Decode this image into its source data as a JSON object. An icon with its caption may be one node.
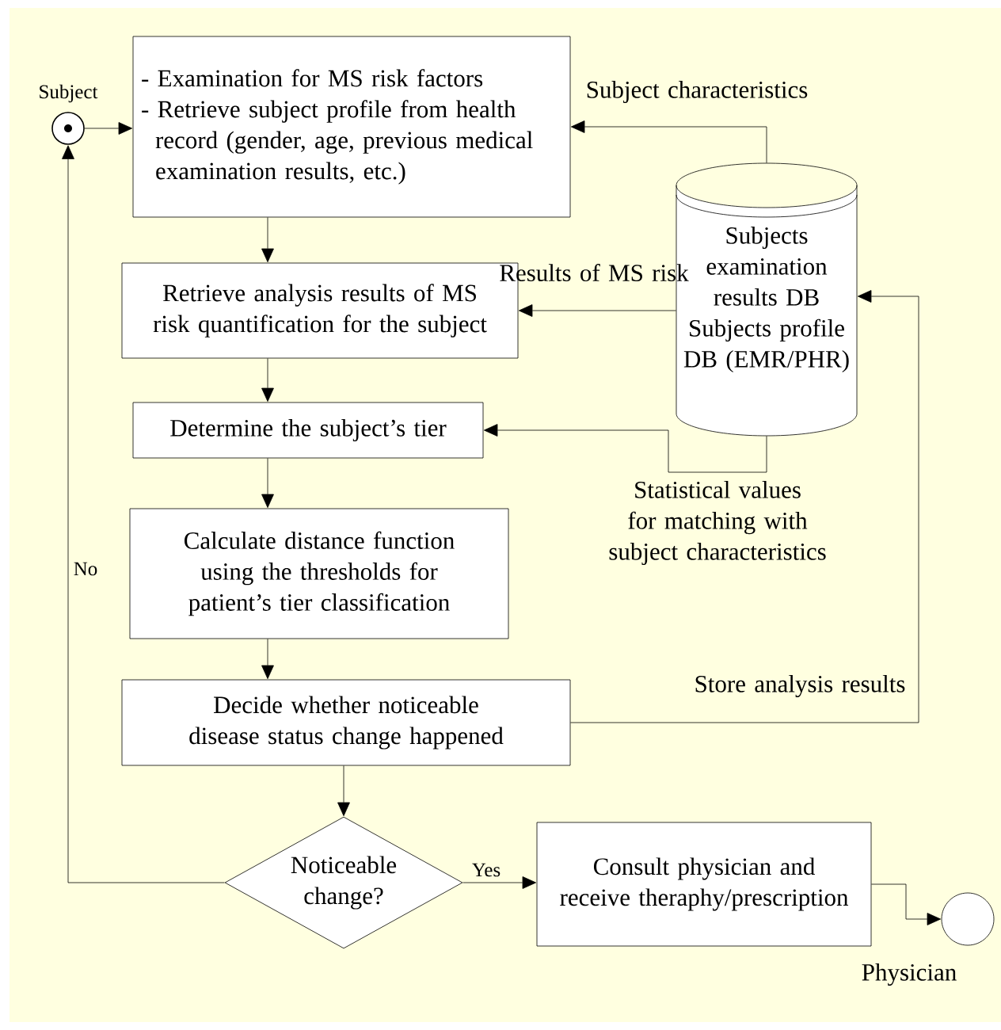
{
  "diagram": {
    "nodes": [
      {
        "text": [
          "Subject"
        ]
      },
      {
        "text": [
          "- Examination for MS risk factors",
          "- Retrieve subject profile from health record (gender, age, previous medical examination results, etc.)"
        ]
      },
      {
        "text": [
          "Subjects examination results DB",
          "Subjects profile DB (EMR/PHR)"
        ]
      },
      {
        "text": [
          "Retrieve analysis results of MS risk quantification for the subject"
        ]
      },
      {
        "text": [
          "Determine the subject’s tier"
        ]
      },
      {
        "text": [
          "Calculate distance function using the thresholds for patient’s tier classification"
        ]
      },
      {
        "text": [
          "Decide whether noticeable disease status change happened"
        ]
      },
      {
        "text": [
          "Noticeable change?"
        ]
      },
      {
        "text": [
          "Consult physician and receive theraphy/prescription"
        ]
      },
      {
        "text": [
          "Physician"
        ]
      }
    ],
    "edges": [
      {
        "from": 0,
        "to": 1,
        "arrow": "to"
      },
      {
        "from": 2,
        "to": 1,
        "arrow": "to",
        "label": "Subject characteristics"
      },
      {
        "from": 1,
        "to": 3,
        "arrow": "to"
      },
      {
        "from": 2,
        "to": 3,
        "arrow": "to",
        "label": "Results of MS risk"
      },
      {
        "from": 3,
        "to": 4,
        "arrow": "to"
      },
      {
        "from": 2,
        "to": 4,
        "arrow": "to",
        "label": "Statistical values for matching with subject characteristics"
      },
      {
        "from": 4,
        "to": 5,
        "arrow": "to"
      },
      {
        "from": 5,
        "to": 6,
        "arrow": "to"
      },
      {
        "from": 6,
        "to": 2,
        "arrow": "to",
        "label": "Store analysis results"
      },
      {
        "from": 6,
        "to": 7,
        "arrow": "to"
      },
      {
        "from": 7,
        "to": 0,
        "arrow": "to",
        "label": "No"
      },
      {
        "from": 7,
        "to": 8,
        "arrow": "to",
        "label": "Yes"
      },
      {
        "from": 8,
        "to": 9,
        "arrow": "to"
      }
    ]
  }
}
